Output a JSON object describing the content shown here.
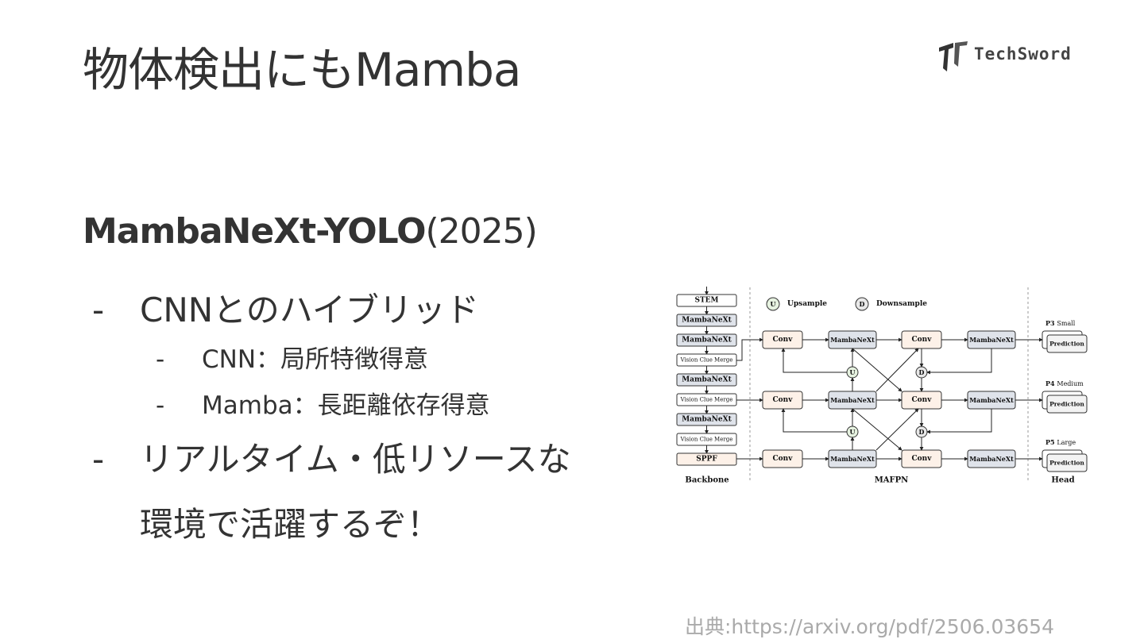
{
  "slide": {
    "title": "物体検出にもMamba",
    "subtitle_strong": "MambaNeXt-YOLO",
    "subtitle_year": "(2025)",
    "bullets": [
      {
        "dash": "-",
        "text": "CNNとのハイブリッド"
      },
      {
        "dash": "-",
        "text": "リアルタイム・低リソースな"
      }
    ],
    "bullet2_cont": "環境で活躍するぞ！",
    "subbullets": [
      {
        "dash": "-",
        "text": "CNN：局所特徴得意"
      },
      {
        "dash": "-",
        "text": "Mamba：長距離依存得意"
      }
    ],
    "source": "出典:https://arxiv.org/pdf/2506.03654"
  },
  "logo": {
    "text": "TechSword"
  },
  "diagram": {
    "backbone": [
      "STEM",
      "MambaNeXt",
      "MambaNeXt",
      "Vision Clue Merge",
      "MambaNeXt",
      "Vision Clue Merge",
      "MambaNeXt",
      "Vision Clue Merge",
      "SPPF"
    ],
    "legend": {
      "u_symbol": "U",
      "u_label": "Upsample",
      "d_symbol": "D",
      "d_label": "Downsample"
    },
    "conv": "Conv",
    "mamba": "MambaNeXt",
    "u": "U",
    "d": "D",
    "prediction": "Prediction",
    "heads": [
      {
        "level": "P3",
        "size": "Small"
      },
      {
        "level": "P4",
        "size": "Medium"
      },
      {
        "level": "P5",
        "size": "Large"
      }
    ],
    "sections": {
      "backbone": "Backbone",
      "mafpn": "MAFPN",
      "head": "Head"
    }
  },
  "colors": {
    "text": "#333333",
    "source": "#aaaaaa",
    "conv_fill": "#fdf1e8",
    "mamba_fill": "#dfe3ea",
    "u_fill": "#e6f2e0",
    "d_fill": "#e8e8e8"
  }
}
